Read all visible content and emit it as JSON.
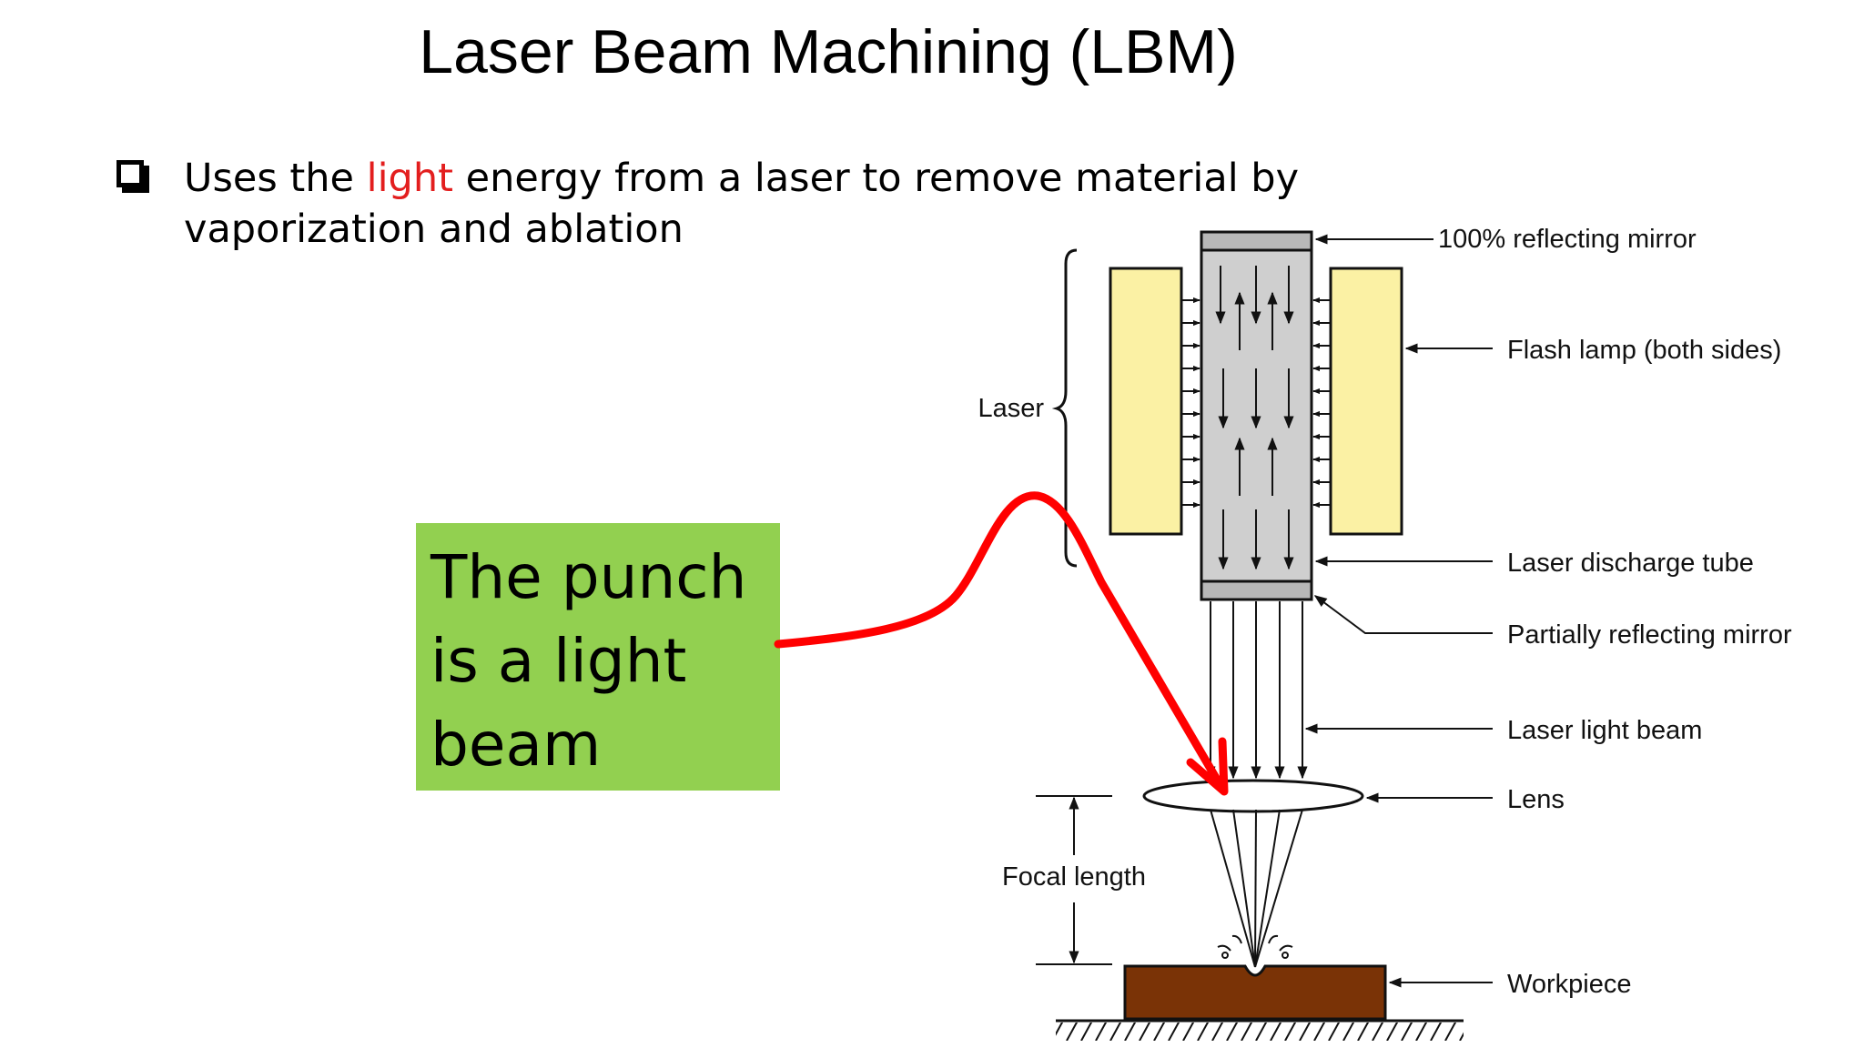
{
  "title": "Laser Beam Machining (LBM)",
  "bullet": {
    "before": "Uses the ",
    "highlight": "light",
    "after": " energy from a laser to remove material by vaporization and ablation"
  },
  "callout": {
    "lines": [
      "The punch",
      "is a light",
      "beam"
    ]
  },
  "diagram": {
    "labels": {
      "mirror100": "100% reflecting mirror",
      "flash_lamp": "Flash lamp (both sides)",
      "laser": "Laser",
      "discharge_tube": "Laser discharge tube",
      "partial_mirror": "Partially reflecting mirror",
      "light_beam": "Laser light beam",
      "lens": "Lens",
      "focal_length": "Focal length",
      "workpiece": "Workpiece"
    }
  },
  "colors": {
    "highlight": "#e31e1e",
    "callout_bg": "#92d050",
    "flash_lamp": "#fbf1a4",
    "tube": "#cfcfcf",
    "workpiece": "#7a3306",
    "arrow": "#ff0000"
  }
}
